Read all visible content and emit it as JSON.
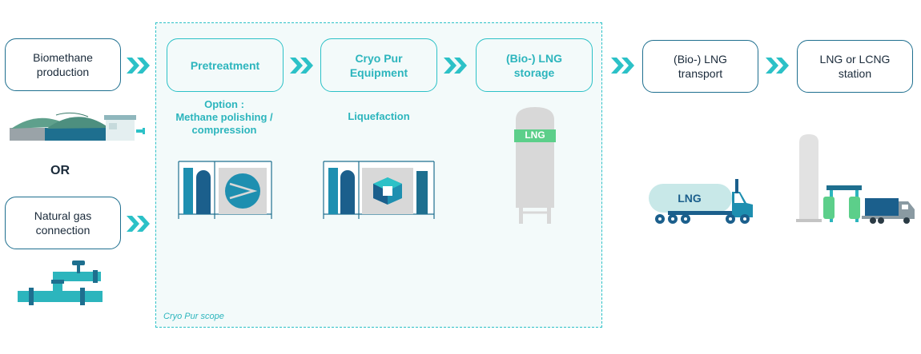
{
  "boxes": {
    "biomethane": "Biomethane\nproduction",
    "natural_gas": "Natural gas\nconnection",
    "pretreatment": "Pretreatment",
    "cryo_pur": "Cryo Pur\nEquipment",
    "lng_storage": "(Bio-) LNG\nstorage",
    "lng_transport": "(Bio-) LNG\ntransport",
    "lng_station": "LNG or LCNG\nstation"
  },
  "labels": {
    "or": "OR",
    "option": "Option :\nMethane polishing /\ncompression",
    "liquefaction": "Liquefaction",
    "scope": "Cryo Pur scope",
    "tank_lng": "LNG",
    "truck_lng": "LNG"
  },
  "icons": {
    "arrow": "double-chevron-arrow-icon",
    "biogas": "biogas-plant-icon",
    "pipeline": "gas-pipeline-icon",
    "compressor": "compression-unit-icon",
    "liquefier": "liquefaction-unit-icon",
    "tank": "lng-storage-tank-icon",
    "truck": "lng-tanker-truck-icon",
    "station": "fuel-station-icon"
  },
  "colors": {
    "teal": "#2cc1c7",
    "dark_blue": "#1e6f8f",
    "navy": "#1b5f8c",
    "green": "#5ccf8a",
    "grey": "#d8d8d8"
  }
}
